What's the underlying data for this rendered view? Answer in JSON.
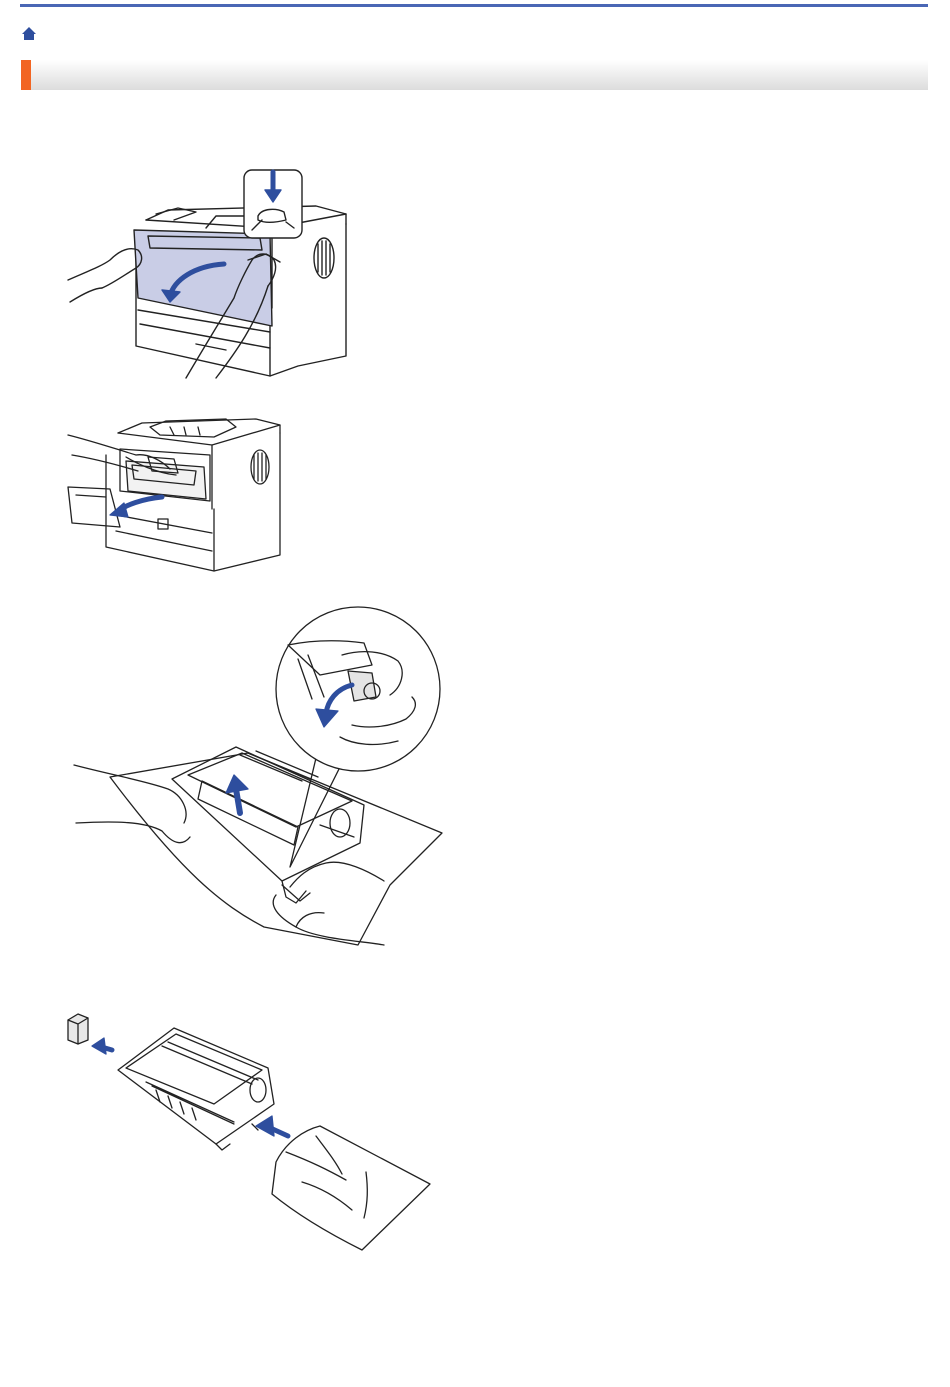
{
  "header": {
    "rule_color": "#4a67b5",
    "home_icon": "home-icon",
    "title": "",
    "accent_color": "#f26522"
  },
  "illustrations": [
    {
      "name": "open-front-cover",
      "icon": "printer-open-front-cover-illustration"
    },
    {
      "name": "remove-drum-toner",
      "icon": "printer-remove-drum-toner-illustration"
    },
    {
      "name": "separate-toner-from-drum",
      "icon": "toner-lock-lever-illustration"
    },
    {
      "name": "unpack-new-drum",
      "icon": "new-drum-unit-unpack-illustration"
    }
  ],
  "colors": {
    "line": "#222222",
    "arrow": "#2e4e9e",
    "cover_fill": "#c9cde6"
  }
}
